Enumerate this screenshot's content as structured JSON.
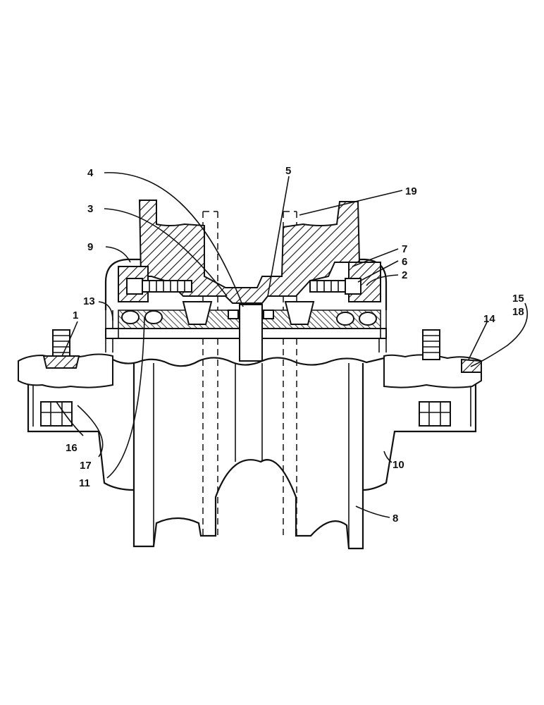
{
  "labels": {
    "l1": "1",
    "l2": "2",
    "l3": "3",
    "l4": "4",
    "l5": "5",
    "l6": "6",
    "l7": "7",
    "l8": "8",
    "l9": "9",
    "l10": "10",
    "l11": "11",
    "l13": "13",
    "l14": "14",
    "l15": "15",
    "l16": "16",
    "l17": "17",
    "l18": "18",
    "l19": "19"
  }
}
